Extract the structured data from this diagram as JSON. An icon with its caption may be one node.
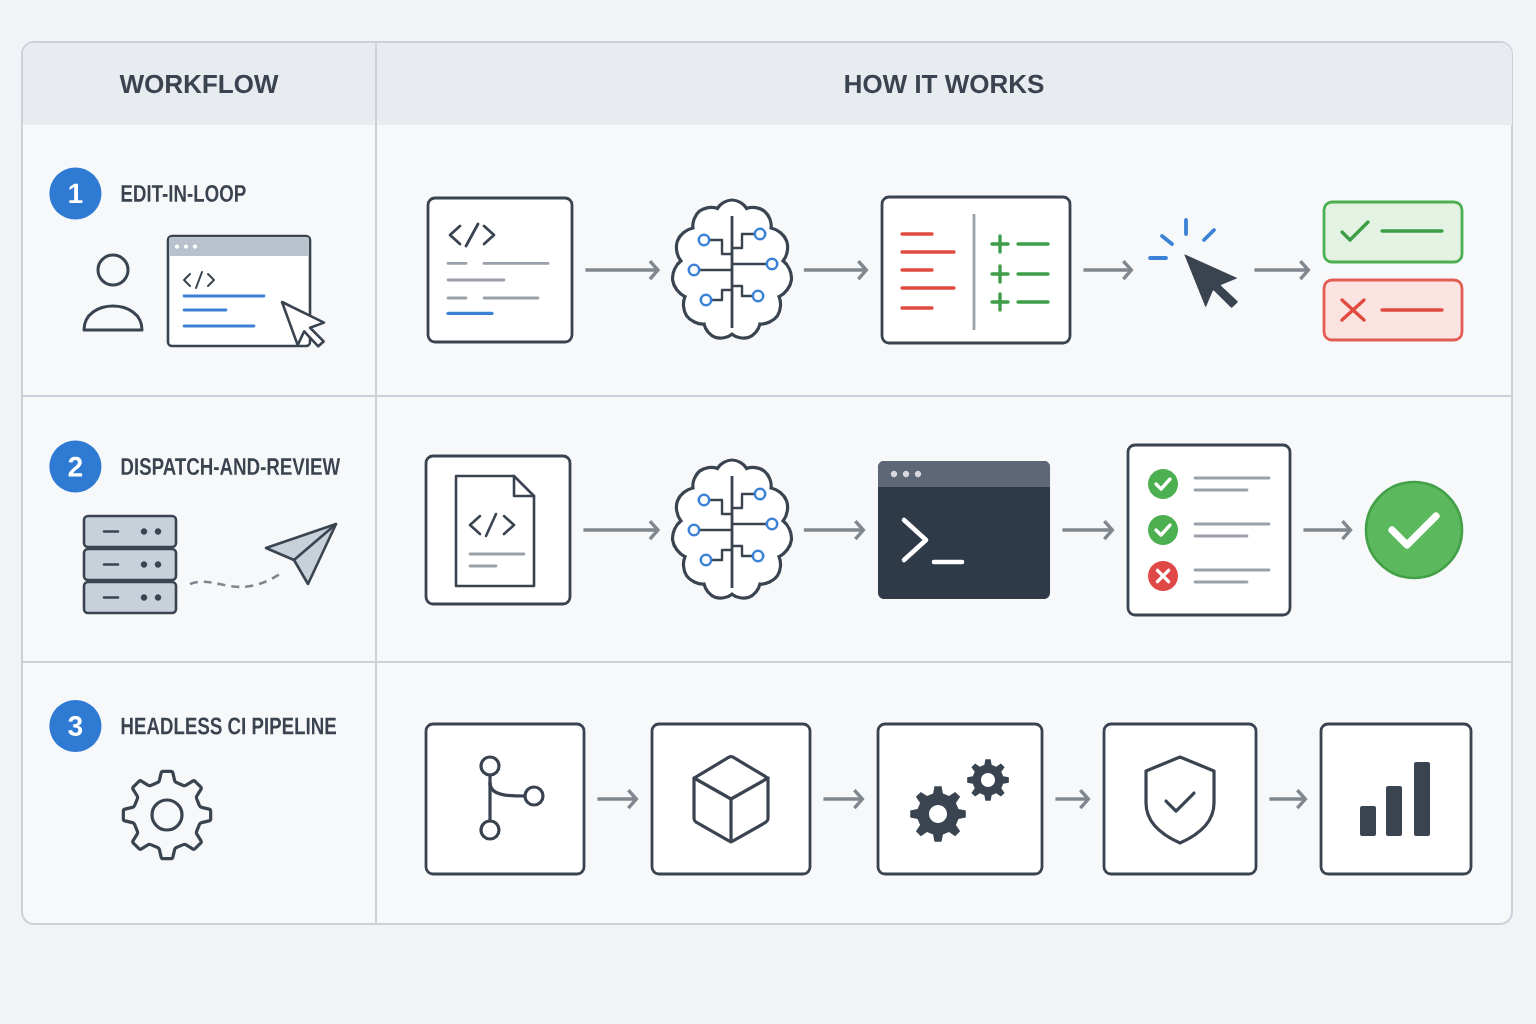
{
  "diagram": {
    "nodes": [
      {
        "text": [
          "1"
        ],
        "beside": [
          "EDIT-IN-LOOP"
        ]
      },
      {
        "text": [],
        "shape": "picture"
      },
      {
        "text": [],
        "shape": "picture"
      },
      {
        "text": [],
        "shape": "picture"
      },
      {
        "text": [],
        "shape": "picture"
      },
      {
        "text": [],
        "shape": "picture"
      },
      {
        "text": [
          "2"
        ],
        "beside": [
          "DISPATCH-AND-REVIEW"
        ]
      },
      {
        "text": [],
        "shape": "picture"
      },
      {
        "text": [],
        "shape": "picture"
      },
      {
        "text": [],
        "shape": "picture"
      },
      {
        "text": [],
        "shape": "picture"
      },
      {
        "text": [],
        "shape": "picture"
      },
      {
        "text": [
          "3"
        ],
        "beside": [
          "HEADLESS CI PIPELINE"
        ]
      },
      {
        "text": [],
        "shape": "picture"
      },
      {
        "text": [],
        "shape": "picture"
      },
      {
        "text": [],
        "shape": "picture"
      },
      {
        "text": [],
        "shape": "picture"
      },
      {
        "text": [],
        "shape": "picture"
      }
    ],
    "edges": [
      {
        "from": 1,
        "to": 2,
        "arrow": "to"
      },
      {
        "from": 2,
        "to": 3,
        "arrow": "to"
      },
      {
        "from": 3,
        "to": 4,
        "arrow": "to"
      },
      {
        "from": 4,
        "to": 5,
        "arrow": "to"
      },
      {
        "from": 7,
        "to": 8,
        "arrow": "to"
      },
      {
        "from": 8,
        "to": 9,
        "arrow": "to"
      },
      {
        "from": 9,
        "to": 10,
        "arrow": "to"
      },
      {
        "from": 10,
        "to": 11,
        "arrow": "to"
      },
      {
        "from": 13,
        "to": 14,
        "arrow": "to"
      },
      {
        "from": 14,
        "to": 15,
        "arrow": "to"
      },
      {
        "from": 15,
        "to": 16,
        "arrow": "to"
      },
      {
        "from": 16,
        "to": 17,
        "arrow": "to"
      }
    ],
    "labels": [
      "WORKFLOW",
      "HOW IT WORKS"
    ]
  }
}
